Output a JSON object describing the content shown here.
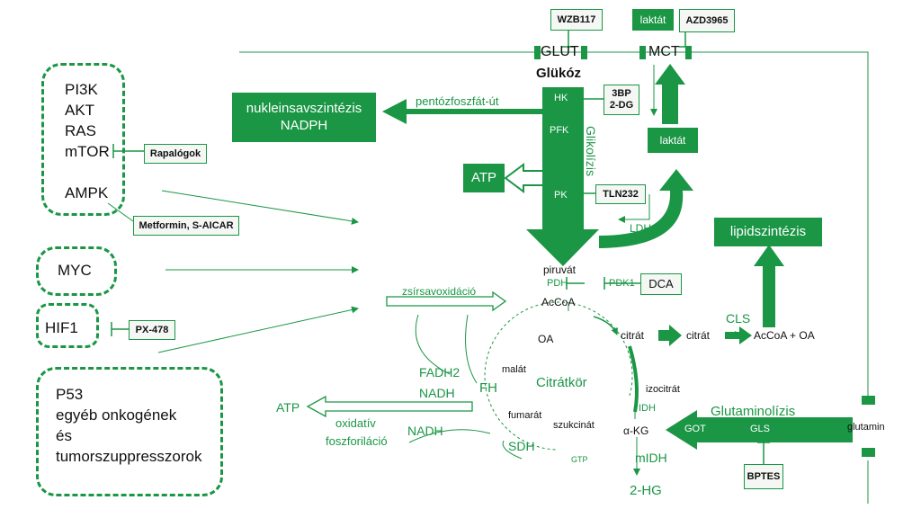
{
  "regulators": {
    "pi3k": "PI3K",
    "akt": "AKT",
    "ras": "RAS",
    "mtor": "mTOR",
    "ampk": "AMPK",
    "myc": "MYC",
    "hif1": "HIF1",
    "p53": "P53",
    "other_line1": "egyéb onkogének",
    "other_line2": "és",
    "other_line3": "tumorszuppresszorok"
  },
  "inhibitors": {
    "rapalogs": "Rapalógok",
    "metformin": "Metformin, S-AICAR",
    "px478": "PX-478",
    "wzb117": "WZB117",
    "azd3965": "AZD3965",
    "bp3": "3BP",
    "dg2": "2-DG",
    "tln232": "TLN232",
    "dca": "DCA",
    "bptes": "BPTES"
  },
  "transporters": {
    "glut": "GLUT",
    "mct": "MCT"
  },
  "metabolites": {
    "glucose": "Glükóz",
    "lactate_top": "laktát",
    "lactate_mid": "laktát",
    "pyruvate": "piruvát",
    "accoa": "AcCoA",
    "citrate1": "citrát",
    "citrate2": "citrát",
    "accoa_oa": "AcCoA + OA",
    "oa": "OA",
    "malate": "malát",
    "fumarate": "fumarát",
    "succinate": "szukcinát",
    "isocitrate": "izocitrát",
    "akg": "α-KG",
    "hg2": "2-HG",
    "glutamine": "glutamin",
    "atp_left": "ATP",
    "atp_glyc": "ATP",
    "fadh2": "FADH2",
    "nadh1": "NADH",
    "nadh2": "NADH"
  },
  "enzymes": {
    "hk": "HK",
    "pfk": "PFK",
    "pk": "PK",
    "ldh": "LDH",
    "pdh": "PDH",
    "pdk1": "PDK1",
    "cls": "CLS",
    "fh": "FH",
    "sdh": "SDH",
    "gtp": "GTP",
    "idh": "IDH",
    "midh": "mIDH",
    "got": "GOT",
    "gls": "GLS"
  },
  "processes": {
    "nucleic_line1": "nukleinsavszintézis",
    "nucleic_line2": "NADPH",
    "pentose": "pentózfoszfát-út",
    "glycolysis": "Glikolízis",
    "lipid": "lipidszintézis",
    "fatty_ox": "zsírsavoxidáció",
    "tca": "Citrátkör",
    "oxphos_line1": "oxidatív",
    "oxphos_line2": "foszforiláció",
    "glutaminolysis": "Glutaminolízis"
  },
  "colors": {
    "accent": "#1a9645",
    "text": "#111111",
    "box_bg": "#f4f7f4"
  }
}
